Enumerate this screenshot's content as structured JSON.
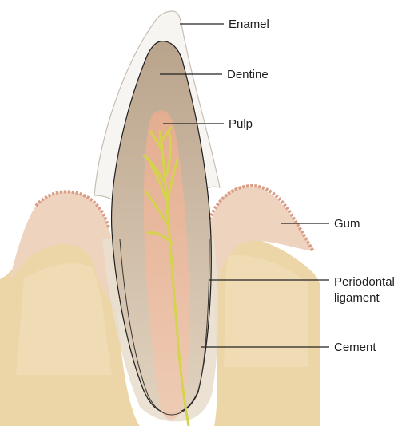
{
  "labels": {
    "enamel": "Enamel",
    "dentine": "Dentine",
    "pulp": "Pulp",
    "gum": "Gum",
    "periodontal_line1": "Periodontal",
    "periodontal_line2": "ligament",
    "cement": "Cement"
  },
  "colors": {
    "bone": "#ecd6a8",
    "bone_light": "#f4e6c6",
    "gum": "#ebc7ad",
    "gum_edge": "#d99c86",
    "enamel": "#f6f4f0",
    "dentine": "#c9b39b",
    "dentine_root": "#d9c9b5",
    "pulp": "#e8b79a",
    "nerve": "#d8d84a",
    "ligament": "#e4d9c8",
    "leader": "#222222"
  }
}
